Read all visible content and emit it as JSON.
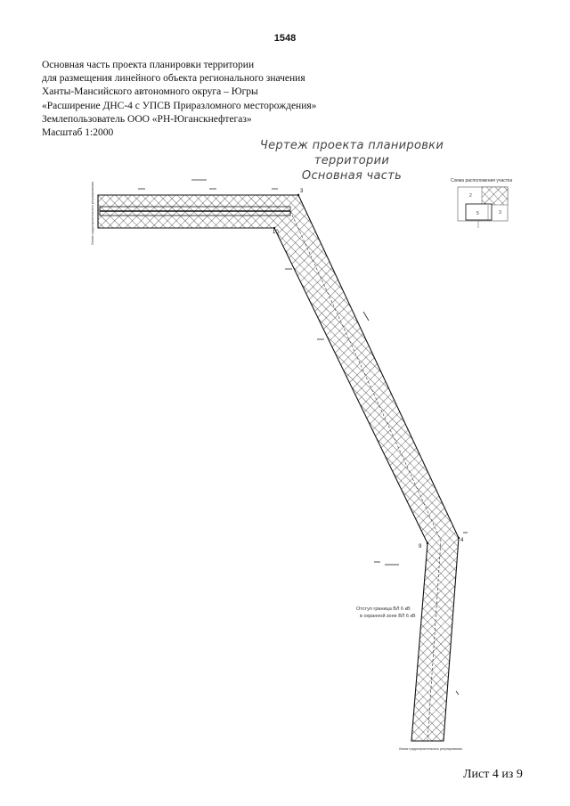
{
  "page_number": "1548",
  "header": {
    "line1": "Основная часть проекта планировки территории",
    "line2": " для размещения линейного объекта регионального значения",
    "line3": "Ханты-Мансийского автономного округа – Югры",
    "line4": "«Расширение ДНС-4 с УПСВ Приразломного месторождения»",
    "line5": "Землепользователь ООО «РН-Юганскнефтегаз»",
    "line6": "Масштаб 1:2000"
  },
  "drawing": {
    "title_line1": "Чертеж проекта планировки территории",
    "title_line2": "Основная часть",
    "points": {
      "p3": "3",
      "p10": "10",
      "p9": "9",
      "p4": "4"
    },
    "inset": {
      "title": "Схема расположения участка",
      "n2": "2",
      "n3": "3",
      "n5": "5"
    },
    "note_line1": "Отступ граница ВЛ 6 кВ",
    "note_line2": "в охранной зоне ВЛ 6 кВ",
    "vertical_note": "Линия градостроительного регулирования",
    "bottom_note": "Линия градостроительного регулирования"
  },
  "footer": {
    "sheet": "Лист 4 из 9"
  }
}
